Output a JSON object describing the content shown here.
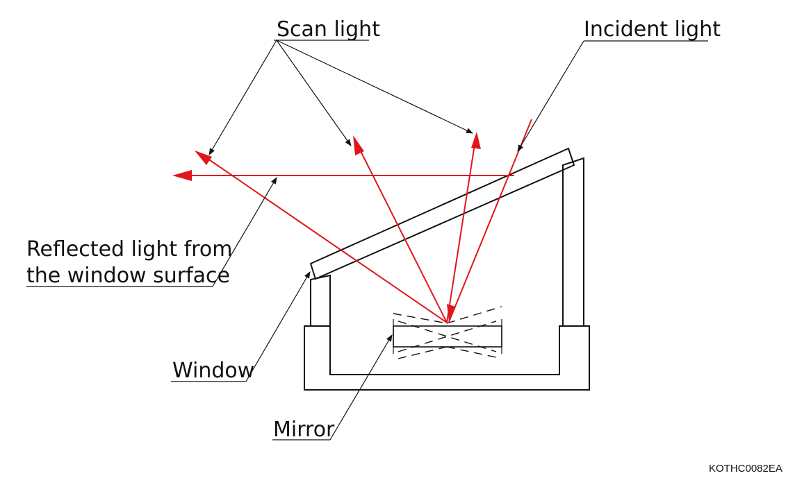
{
  "figure": {
    "labels": {
      "scan_light": "Scan light",
      "incident_light": "Incident light",
      "reflected_line1": "Reflected light from",
      "reflected_line2": "the window surface",
      "window": "Window",
      "mirror": "Mirror"
    },
    "code": "KOTHC0082EA",
    "colors": {
      "beam": "#e0161b",
      "line": "#111111",
      "background": "#ffffff"
    }
  }
}
